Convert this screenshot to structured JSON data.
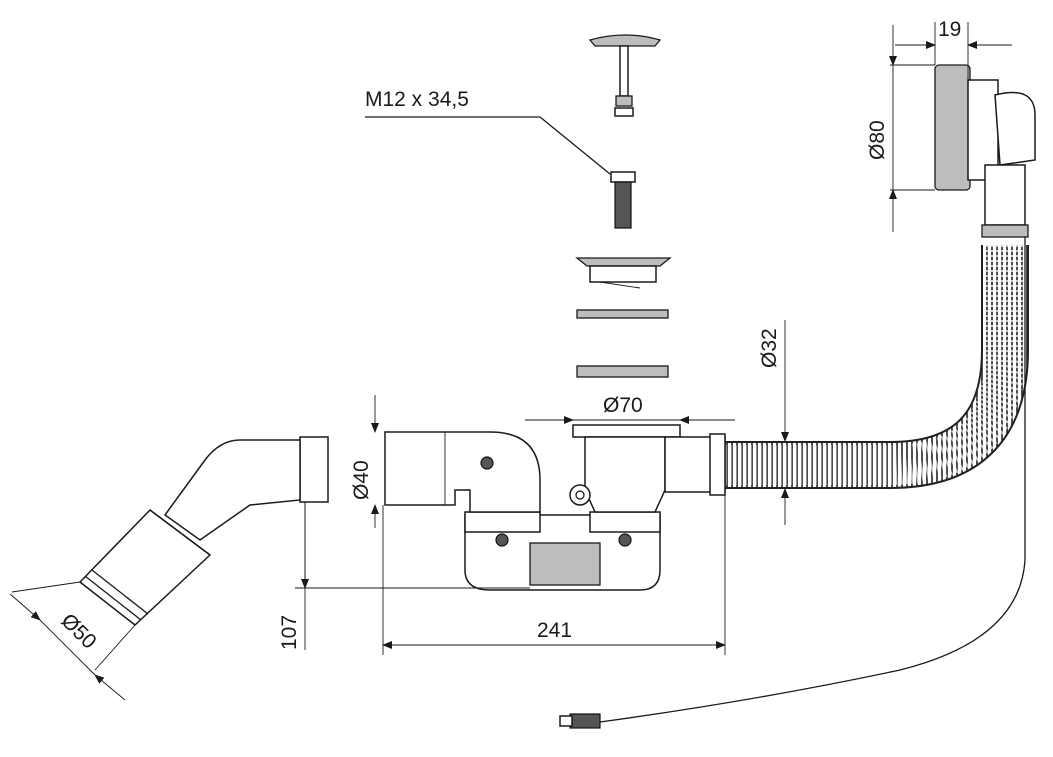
{
  "drawing": {
    "labels": {
      "screw": "M12 x 34,5",
      "diameter_70": "Ø70",
      "diameter_32": "Ø32",
      "diameter_40": "Ø40",
      "diameter_50": "Ø50",
      "diameter_80": "Ø80",
      "width_19": "19",
      "height_107": "107",
      "length_241": "241"
    }
  }
}
